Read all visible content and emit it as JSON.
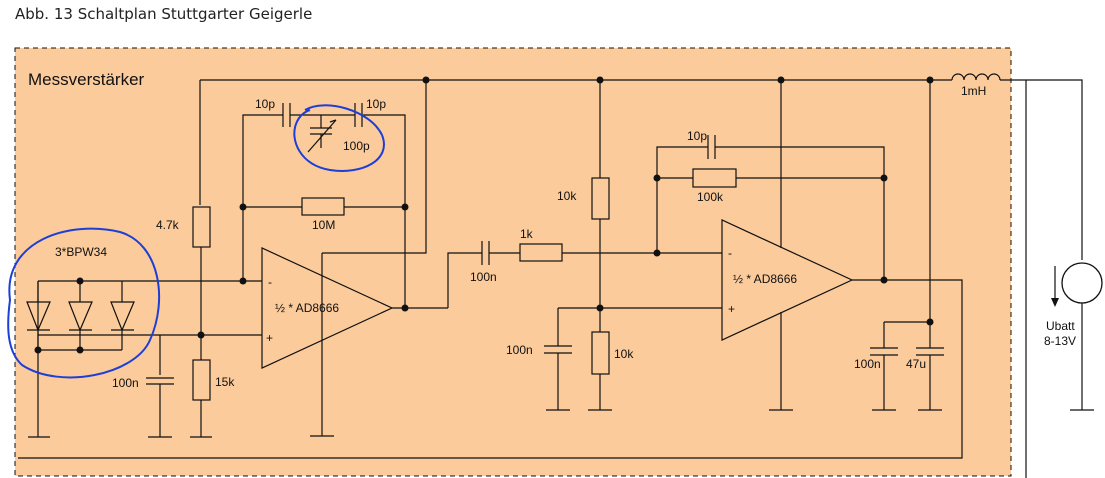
{
  "caption": "Abb. 13 Schaltplan Stuttgarter Geigerle",
  "block_title": "Messverstärker",
  "colors": {
    "background_block": "#FBCB9B",
    "wire": "#111111",
    "annotation": "#1E3FD6"
  },
  "labels": {
    "c_10p_left": "10p",
    "c_10p_right": "10p",
    "c_trim": "100p",
    "r_10M": "10M",
    "r_4k7": "4.7k",
    "diodes": "3*BPW34",
    "opamp1": "½ * AD8666",
    "opamp1_minus": "-",
    "opamp1_plus": "+",
    "c_100n_left": "100n",
    "r_15k": "15k",
    "c_100n_couple": "100n",
    "r_1k": "1k",
    "r_10k_top": "10k",
    "r_10k_bottom": "10k",
    "c_100n_mid": "100n",
    "c_10p_fb2": "10p",
    "r_100k": "100k",
    "opamp2": "½ * AD8666",
    "opamp2_minus": "-",
    "opamp2_plus": "+",
    "c_100n_right": "100n",
    "c_47u": "47u",
    "l_1mH": "1mH",
    "ubatt": "Ubatt",
    "ubatt_range": "8-13V"
  }
}
